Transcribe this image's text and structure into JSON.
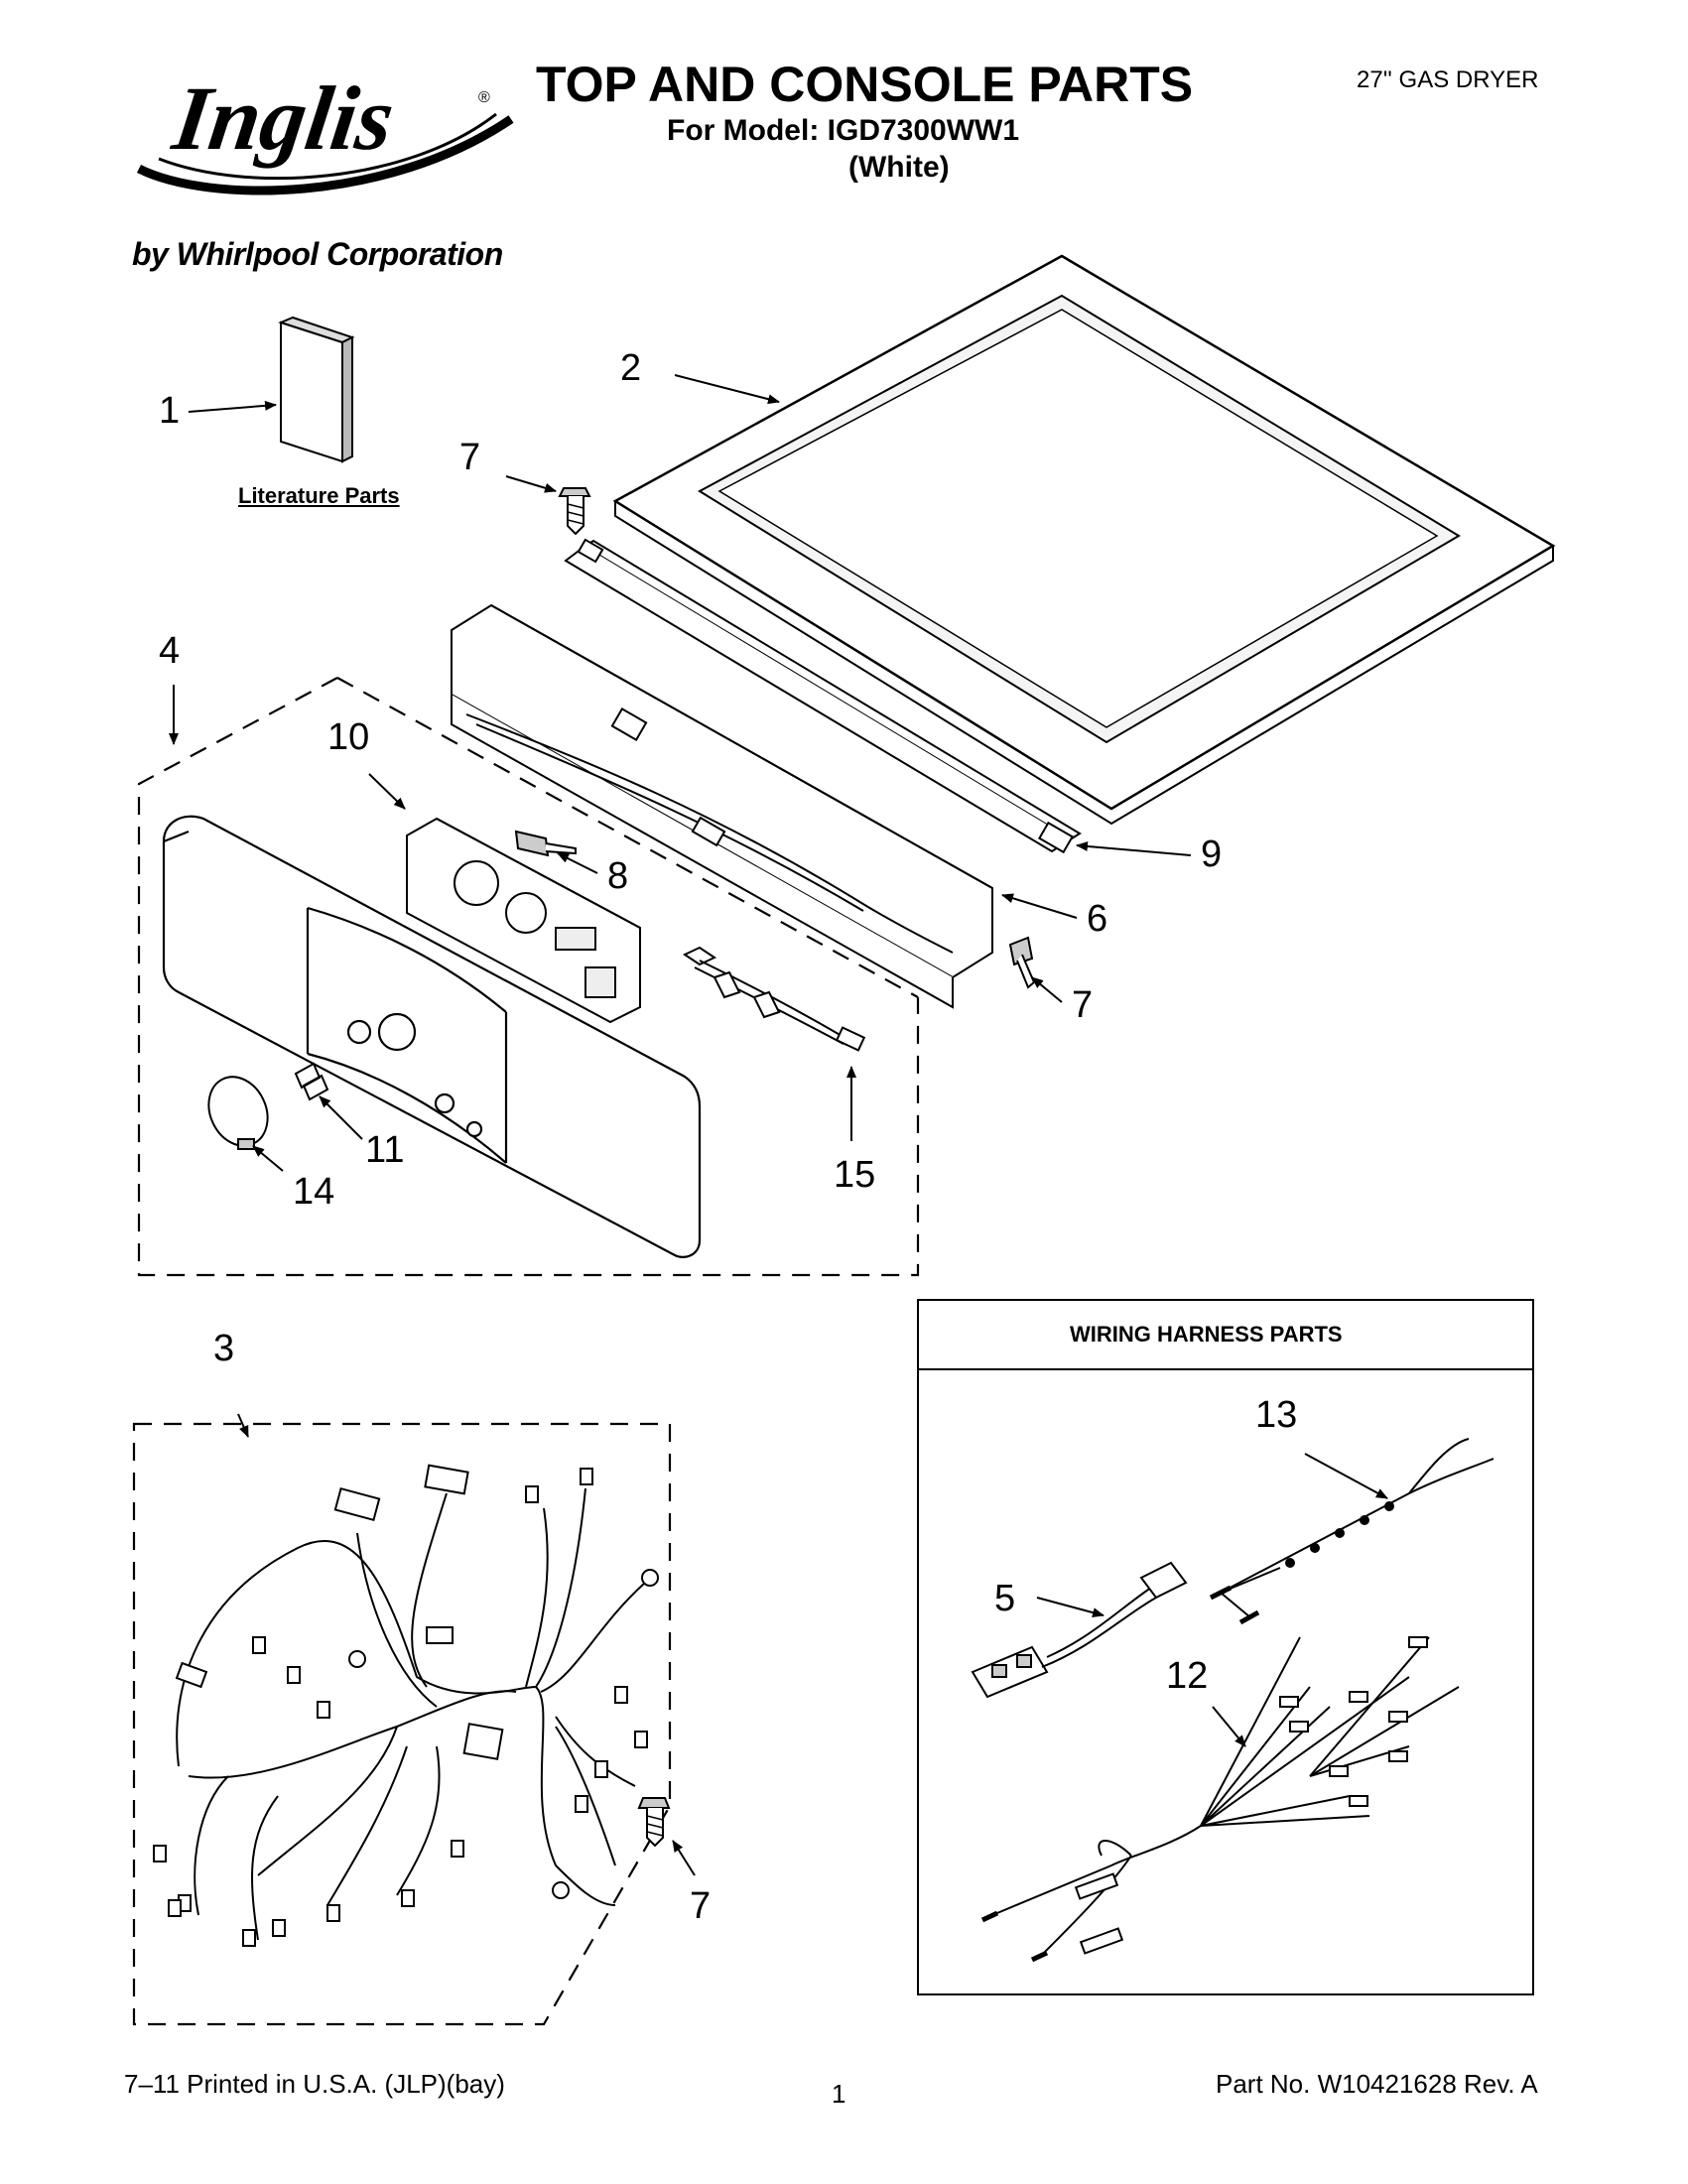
{
  "header": {
    "brand_tagline": "by Whirlpool Corporation",
    "title": "TOP AND CONSOLE PARTS",
    "model_line": "For Model: IGD7300WW1",
    "color_line": "(White)",
    "product_type": "27'' GAS DRYER"
  },
  "brand": {
    "logo_text": "Inglis",
    "registered_mark": "®"
  },
  "diagram": {
    "literature_label": "Literature Parts",
    "wiring_harness_title": "WIRING HARNESS PARTS",
    "callouts": {
      "c1": "1",
      "c2": "2",
      "c3": "3",
      "c4": "4",
      "c5": "5",
      "c6": "6",
      "c7a": "7",
      "c7b": "7",
      "c7c": "7",
      "c8": "8",
      "c9": "9",
      "c10": "10",
      "c11": "11",
      "c12": "12",
      "c13": "13",
      "c14": "14",
      "c15": "15"
    }
  },
  "footer": {
    "print_info": "7–11 Printed in U.S.A. (JLP)(bay)",
    "page_number": "1",
    "part_number": "Part No. W10421628 Rev. A"
  }
}
